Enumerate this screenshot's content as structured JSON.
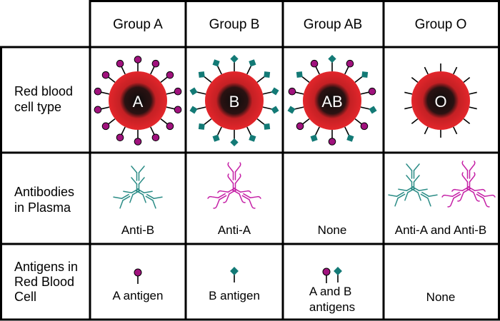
{
  "columns": [
    {
      "key": "A",
      "header": "Group A",
      "cell_letter": "A",
      "antibody_label": "Anti-B",
      "antigen_label": [
        "A antigen"
      ]
    },
    {
      "key": "B",
      "header": "Group B",
      "cell_letter": "B",
      "antibody_label": "Anti-A",
      "antigen_label": [
        "B antigen"
      ]
    },
    {
      "key": "AB",
      "header": "Group AB",
      "cell_letter": "AB",
      "antibody_label": "None",
      "antigen_label": [
        "A and B",
        "antigens"
      ]
    },
    {
      "key": "O",
      "header": "Group O",
      "cell_letter": "O",
      "antibody_label": "Anti-A and Anti-B",
      "antigen_label": [
        "None"
      ]
    }
  ],
  "rows": {
    "rbc": [
      "Red blood",
      "cell type"
    ],
    "antibodies": [
      "Antibodies",
      "in Plasma"
    ],
    "antigens": [
      "Antigens in",
      "Red Blood",
      "Cell"
    ]
  },
  "colors": {
    "rbc_outer": "#e3262b",
    "rbc_core": "#1a1a1a",
    "antigen_a": "#a0127d",
    "antigen_b": "#137a76",
    "anti_a_antibody": "#c521a6",
    "anti_b_antibody": "#2b8c86",
    "grid": "#000000"
  },
  "icons": {
    "antigen_a": "circle-on-stalk",
    "antigen_b": "diamond-on-stalk",
    "antibody": "y-shaped-antibody"
  }
}
